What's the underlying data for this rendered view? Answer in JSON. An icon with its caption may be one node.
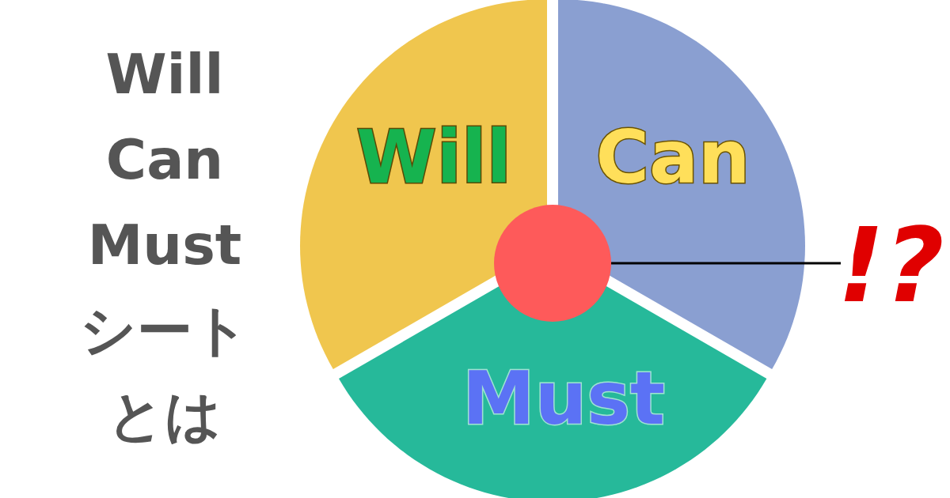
{
  "diagram": {
    "title": "Will Can Must シートとは",
    "nodes": [
      {
        "text": [
          "Will"
        ]
      },
      {
        "text": [
          "Can"
        ]
      },
      {
        "text": [
          "Must"
        ]
      },
      {
        "text": [],
        "shape": "circle"
      },
      {
        "text": [
          "!?"
        ]
      }
    ],
    "edges": [
      {
        "from": 4,
        "to": 3,
        "arrow": "none"
      }
    ]
  }
}
